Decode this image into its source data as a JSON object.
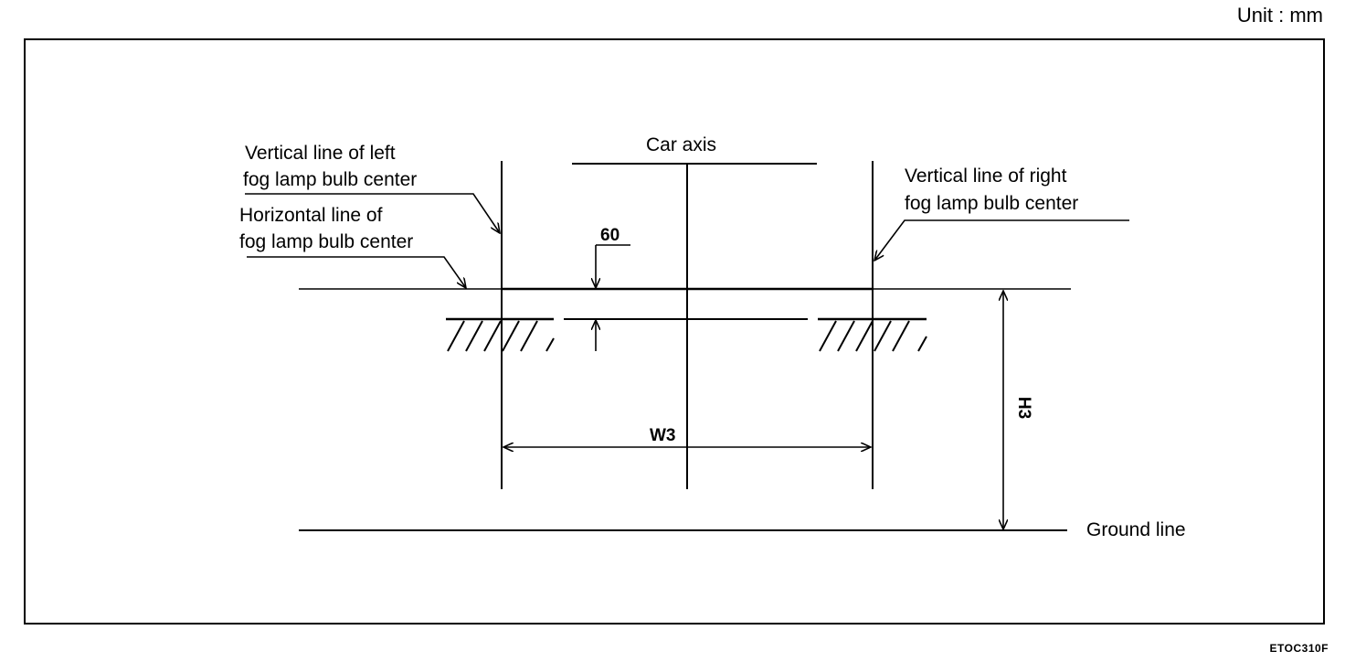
{
  "header": {
    "unit": "Unit : mm"
  },
  "footer": {
    "code": "ETOC310F"
  },
  "labels": {
    "car_axis": "Car axis",
    "left_vertical_l1": "Vertical line of left",
    "left_vertical_l2": "fog  lamp bulb center",
    "horizontal_l1": "Horizontal line of",
    "horizontal_l2": "fog lamp bulb center",
    "right_vertical_l1": "Vertical line of right",
    "right_vertical_l2": "fog lamp bulb center",
    "ground_line": "Ground line"
  },
  "dimensions": {
    "offset": "60",
    "width": "W3",
    "height": "H3"
  }
}
